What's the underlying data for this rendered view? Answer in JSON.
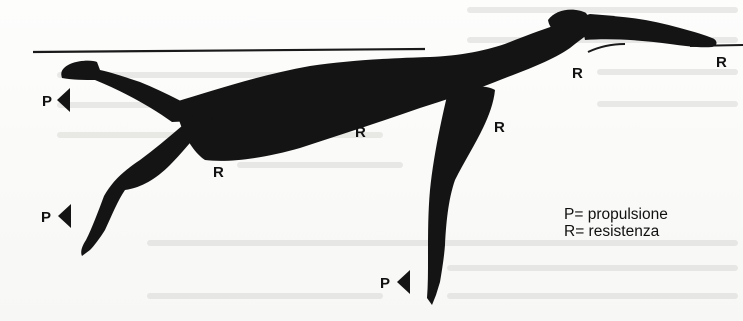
{
  "labels": {
    "r_right_arm": "R",
    "r_shoulder": "R",
    "r_chest": "R",
    "r_back": "R",
    "r_thigh": "R",
    "p_upper_foot": "P",
    "p_lower_foot": "P",
    "p_hand": "P"
  },
  "legend": {
    "propulsion": "P= propulsione",
    "resistance": "R= resistenza"
  },
  "colors": {
    "ink": "#111111",
    "paper": "#fbfbfa"
  }
}
